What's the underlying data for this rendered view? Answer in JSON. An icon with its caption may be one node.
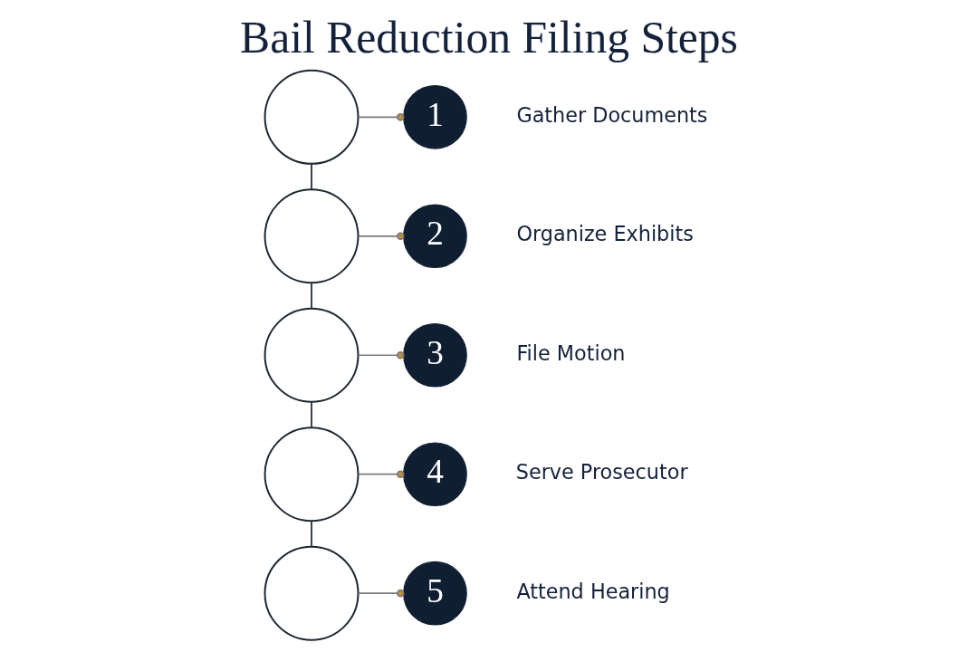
{
  "diagram": {
    "title": "Bail Reduction Filing Steps",
    "nodes": [
      {
        "text": [],
        "shape": "circle"
      },
      {
        "text": [
          "1"
        ],
        "beside": [
          "Gather Documents"
        ]
      },
      {
        "text": [],
        "shape": "circle"
      },
      {
        "text": [
          "2"
        ],
        "beside": [
          "Organize Exhibits"
        ]
      },
      {
        "text": [],
        "shape": "circle"
      },
      {
        "text": [
          "3"
        ],
        "beside": [
          "File Motion"
        ]
      },
      {
        "text": [],
        "shape": "circle"
      },
      {
        "text": [
          "4"
        ],
        "beside": [
          "Serve Prosecutor"
        ]
      },
      {
        "text": [],
        "shape": "circle"
      },
      {
        "text": [
          "5"
        ],
        "beside": [
          "Attend Hearing"
        ]
      }
    ],
    "edges": [
      {
        "from": 0,
        "to": 1,
        "arrow": "other"
      },
      {
        "from": 0,
        "to": 2,
        "arrow": "none",
        "color": "#1f2733"
      },
      {
        "from": 2,
        "to": 3,
        "arrow": "other"
      },
      {
        "from": 2,
        "to": 4,
        "arrow": "none",
        "color": "#1f2733"
      },
      {
        "from": 4,
        "to": 5,
        "arrow": "other"
      },
      {
        "from": 4,
        "to": 6,
        "arrow": "none",
        "color": "#1f2733"
      },
      {
        "from": 6,
        "to": 7,
        "arrow": "other"
      },
      {
        "from": 6,
        "to": 8,
        "arrow": "none",
        "color": "#1f2733"
      },
      {
        "from": 8,
        "to": 9,
        "arrow": "other"
      }
    ]
  }
}
